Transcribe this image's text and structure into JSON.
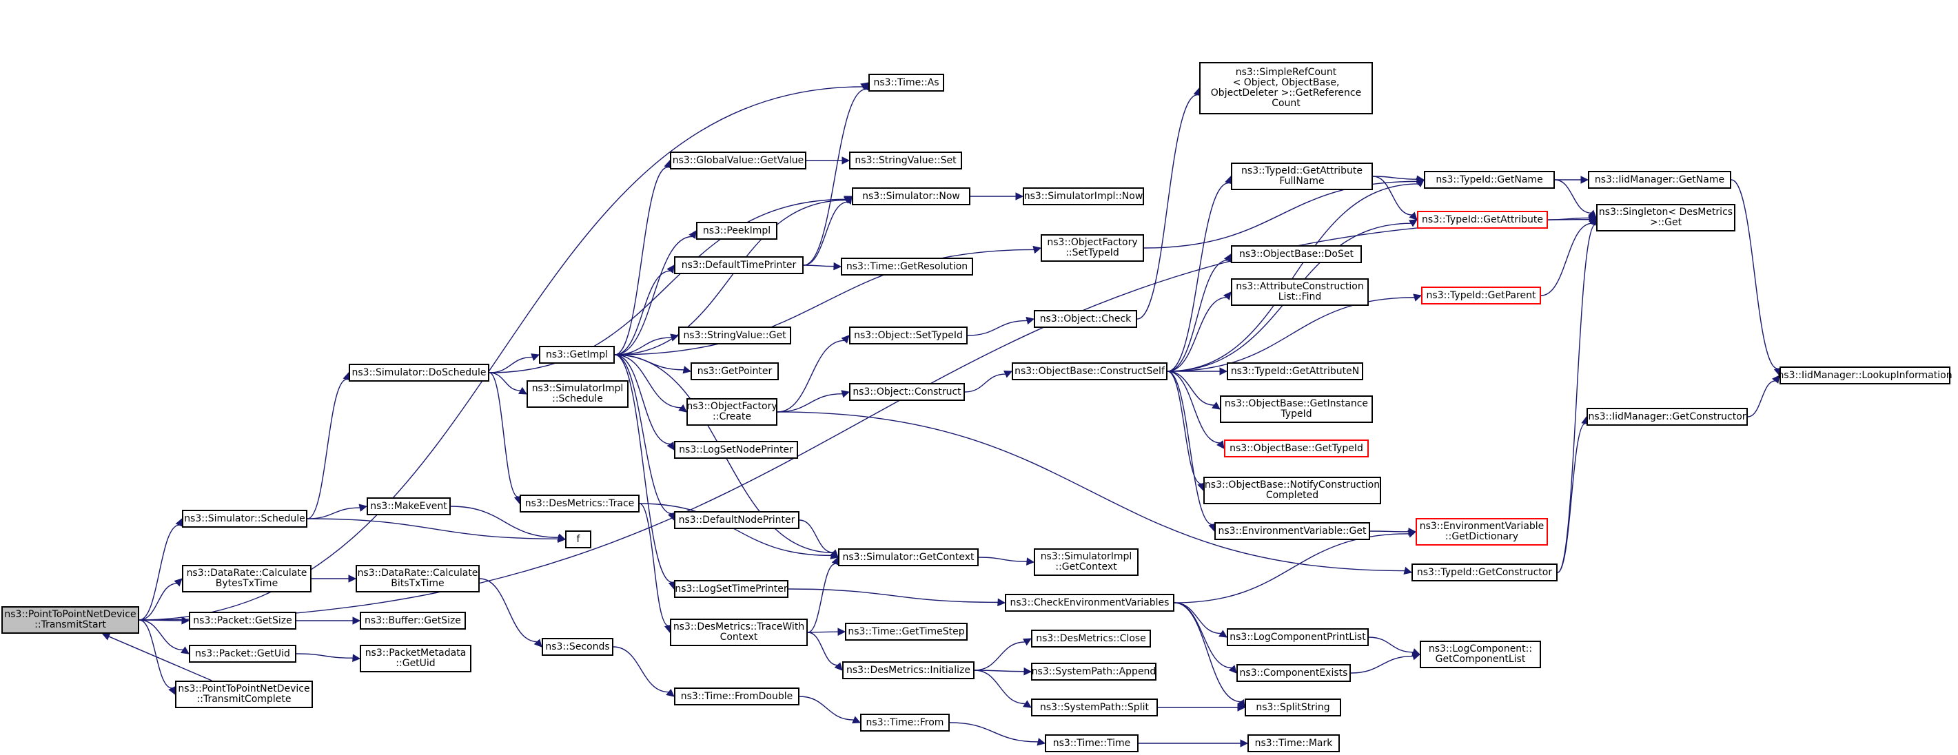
{
  "colors": {
    "edge": "#191970",
    "node_border": "#000000",
    "highlight_border": "#ff0000",
    "current_fill": "#bfbfbf"
  },
  "nodes": [
    {
      "id": "n1",
      "lines": [
        "ns3::PointToPointNetDevice",
        "::TransmitStart"
      ],
      "current": true
    },
    {
      "id": "n2",
      "lines": [
        "ns3::Simulator::Schedule"
      ]
    },
    {
      "id": "n3",
      "lines": [
        "ns3::DataRate::Calculate",
        "BytesTxTime"
      ]
    },
    {
      "id": "n4",
      "lines": [
        "ns3::Packet::GetSize"
      ]
    },
    {
      "id": "n5",
      "lines": [
        "ns3::Packet::GetUid"
      ]
    },
    {
      "id": "n6",
      "lines": [
        "ns3::PointToPointNetDevice",
        "::TransmitComplete"
      ]
    },
    {
      "id": "n7",
      "lines": [
        "ns3::Time::As"
      ]
    },
    {
      "id": "n8",
      "lines": [
        "ns3::Simulator::DoSchedule"
      ]
    },
    {
      "id": "n9",
      "lines": [
        "ns3::MakeEvent"
      ]
    },
    {
      "id": "n10",
      "lines": [
        "f"
      ]
    },
    {
      "id": "n11",
      "lines": [
        "ns3::DataRate::Calculate",
        "BitsTxTime"
      ]
    },
    {
      "id": "n12",
      "lines": [
        "ns3::Buffer::GetSize"
      ]
    },
    {
      "id": "n13",
      "lines": [
        "ns3::PacketMetadata",
        "::GetUid"
      ]
    },
    {
      "id": "n14",
      "lines": [
        "ns3::GetImpl"
      ]
    },
    {
      "id": "n15",
      "lines": [
        "ns3::SimulatorImpl",
        "::Schedule"
      ]
    },
    {
      "id": "n16",
      "lines": [
        "ns3::DesMetrics::Trace"
      ]
    },
    {
      "id": "n17",
      "lines": [
        "ns3::Seconds"
      ]
    },
    {
      "id": "n18",
      "lines": [
        "ns3::GlobalValue::GetValue"
      ]
    },
    {
      "id": "n19",
      "lines": [
        "ns3::PeekImpl"
      ]
    },
    {
      "id": "n20",
      "lines": [
        "ns3::DefaultTimePrinter"
      ]
    },
    {
      "id": "n21",
      "lines": [
        "ns3::StringValue::Get"
      ]
    },
    {
      "id": "n22",
      "lines": [
        "ns3::GetPointer"
      ]
    },
    {
      "id": "n23",
      "lines": [
        "ns3::ObjectFactory",
        "::Create"
      ]
    },
    {
      "id": "n24",
      "lines": [
        "ns3::LogSetNodePrinter"
      ]
    },
    {
      "id": "n25",
      "lines": [
        "ns3::DefaultNodePrinter"
      ]
    },
    {
      "id": "n26",
      "lines": [
        "ns3::LogSetTimePrinter"
      ]
    },
    {
      "id": "n27",
      "lines": [
        "ns3::DesMetrics::TraceWith",
        "Context"
      ]
    },
    {
      "id": "n28",
      "lines": [
        "ns3::Time::FromDouble"
      ]
    },
    {
      "id": "n29",
      "lines": [
        "ns3::StringValue::Set"
      ]
    },
    {
      "id": "n30",
      "lines": [
        "ns3::Simulator::Now"
      ]
    },
    {
      "id": "n31",
      "lines": [
        "ns3::Time::GetResolution"
      ]
    },
    {
      "id": "n32",
      "lines": [
        "ns3::Object::SetTypeId"
      ]
    },
    {
      "id": "n33",
      "lines": [
        "ns3::Object::Construct"
      ]
    },
    {
      "id": "n34",
      "lines": [
        "ns3::Simulator::GetContext"
      ]
    },
    {
      "id": "n35",
      "lines": [
        "ns3::Time::GetTimeStep"
      ]
    },
    {
      "id": "n36",
      "lines": [
        "ns3::DesMetrics::Initialize"
      ]
    },
    {
      "id": "n37",
      "lines": [
        "ns3::Time::From"
      ]
    },
    {
      "id": "n38",
      "lines": [
        "ns3::SimulatorImpl::Now"
      ]
    },
    {
      "id": "n39",
      "lines": [
        "ns3::ObjectFactory",
        "::SetTypeId"
      ]
    },
    {
      "id": "n40",
      "lines": [
        "ns3::Object::Check"
      ]
    },
    {
      "id": "n41",
      "lines": [
        "ns3::ObjectBase::ConstructSelf"
      ]
    },
    {
      "id": "n42",
      "lines": [
        "ns3::SimulatorImpl",
        "::GetContext"
      ]
    },
    {
      "id": "n43",
      "lines": [
        "ns3::CheckEnvironmentVariables"
      ]
    },
    {
      "id": "n44",
      "lines": [
        "ns3::DesMetrics::Close"
      ]
    },
    {
      "id": "n45",
      "lines": [
        "ns3::SystemPath::Append"
      ]
    },
    {
      "id": "n46",
      "lines": [
        "ns3::SystemPath::Split"
      ]
    },
    {
      "id": "n47",
      "lines": [
        "ns3::Time::Time"
      ]
    },
    {
      "id": "n48",
      "lines": [
        "ns3::SimpleRefCount",
        "< Object, ObjectBase,",
        "ObjectDeleter >::GetReference",
        "Count"
      ]
    },
    {
      "id": "n49",
      "lines": [
        "ns3::TypeId::GetAttribute",
        "FullName"
      ]
    },
    {
      "id": "n50",
      "lines": [
        "ns3::ObjectBase::DoSet"
      ]
    },
    {
      "id": "n51",
      "lines": [
        "ns3::AttributeConstruction",
        "List::Find"
      ]
    },
    {
      "id": "n52",
      "lines": [
        "ns3::TypeId::GetAttributeN"
      ]
    },
    {
      "id": "n53",
      "lines": [
        "ns3::ObjectBase::GetInstance",
        "TypeId"
      ]
    },
    {
      "id": "n54",
      "lines": [
        "ns3::ObjectBase::GetTypeId"
      ],
      "highlight": true
    },
    {
      "id": "n55",
      "lines": [
        "ns3::ObjectBase::NotifyConstruction",
        "Completed"
      ]
    },
    {
      "id": "n56",
      "lines": [
        "ns3::EnvironmentVariable::Get"
      ]
    },
    {
      "id": "n57",
      "lines": [
        "ns3::LogComponentPrintList"
      ]
    },
    {
      "id": "n58",
      "lines": [
        "ns3::ComponentExists"
      ]
    },
    {
      "id": "n59",
      "lines": [
        "ns3::SplitString"
      ]
    },
    {
      "id": "n60",
      "lines": [
        "ns3::Time::Mark"
      ]
    },
    {
      "id": "n61",
      "lines": [
        "ns3::TypeId::GetName"
      ]
    },
    {
      "id": "n62",
      "lines": [
        "ns3::TypeId::GetAttribute"
      ],
      "highlight": true
    },
    {
      "id": "n63",
      "lines": [
        "ns3::TypeId::GetParent"
      ],
      "highlight": true
    },
    {
      "id": "n64",
      "lines": [
        "ns3::EnvironmentVariable",
        "::GetDictionary"
      ],
      "highlight": true
    },
    {
      "id": "n65",
      "lines": [
        "ns3::TypeId::GetConstructor"
      ]
    },
    {
      "id": "n66",
      "lines": [
        "ns3::LogComponent::",
        "GetComponentList"
      ]
    },
    {
      "id": "n67",
      "lines": [
        "ns3::IidManager::GetName"
      ]
    },
    {
      "id": "n68",
      "lines": [
        "ns3::Singleton< DesMetrics",
        ">::Get"
      ]
    },
    {
      "id": "n69",
      "lines": [
        "ns3::IidManager::GetConstructor"
      ]
    },
    {
      "id": "n70",
      "lines": [
        "ns3::IidManager::LookupInformation"
      ]
    }
  ],
  "edges": [
    [
      "n1",
      "n2"
    ],
    [
      "n1",
      "n3"
    ],
    [
      "n1",
      "n4"
    ],
    [
      "n1",
      "n5"
    ],
    [
      "n1",
      "n6"
    ],
    [
      "n1",
      "n7"
    ],
    [
      "n1",
      "n68"
    ],
    [
      "n6",
      "n1"
    ],
    [
      "n2",
      "n8"
    ],
    [
      "n2",
      "n9"
    ],
    [
      "n2",
      "n10"
    ],
    [
      "n9",
      "n10"
    ],
    [
      "n3",
      "n11"
    ],
    [
      "n11",
      "n17"
    ],
    [
      "n4",
      "n12"
    ],
    [
      "n5",
      "n13"
    ],
    [
      "n8",
      "n14"
    ],
    [
      "n8",
      "n15"
    ],
    [
      "n8",
      "n16"
    ],
    [
      "n8",
      "n30"
    ],
    [
      "n16",
      "n27"
    ],
    [
      "n16",
      "n34"
    ],
    [
      "n14",
      "n18"
    ],
    [
      "n14",
      "n19"
    ],
    [
      "n14",
      "n20"
    ],
    [
      "n14",
      "n21"
    ],
    [
      "n14",
      "n22"
    ],
    [
      "n14",
      "n23"
    ],
    [
      "n14",
      "n24"
    ],
    [
      "n14",
      "n25"
    ],
    [
      "n14",
      "n26"
    ],
    [
      "n14",
      "n30"
    ],
    [
      "n14",
      "n34"
    ],
    [
      "n14",
      "n39"
    ],
    [
      "n17",
      "n28"
    ],
    [
      "n28",
      "n37"
    ],
    [
      "n37",
      "n47"
    ],
    [
      "n47",
      "n60"
    ],
    [
      "n18",
      "n29"
    ],
    [
      "n20",
      "n7"
    ],
    [
      "n20",
      "n30"
    ],
    [
      "n20",
      "n31"
    ],
    [
      "n23",
      "n32"
    ],
    [
      "n23",
      "n33"
    ],
    [
      "n23",
      "n65"
    ],
    [
      "n25",
      "n34"
    ],
    [
      "n26",
      "n43"
    ],
    [
      "n27",
      "n34"
    ],
    [
      "n27",
      "n35"
    ],
    [
      "n27",
      "n36"
    ],
    [
      "n30",
      "n38"
    ],
    [
      "n32",
      "n40"
    ],
    [
      "n33",
      "n41"
    ],
    [
      "n34",
      "n42"
    ],
    [
      "n36",
      "n44"
    ],
    [
      "n36",
      "n45"
    ],
    [
      "n36",
      "n46"
    ],
    [
      "n39",
      "n61"
    ],
    [
      "n40",
      "n48"
    ],
    [
      "n41",
      "n49"
    ],
    [
      "n41",
      "n50"
    ],
    [
      "n41",
      "n51"
    ],
    [
      "n41",
      "n52"
    ],
    [
      "n41",
      "n53"
    ],
    [
      "n41",
      "n54"
    ],
    [
      "n41",
      "n55"
    ],
    [
      "n41",
      "n56"
    ],
    [
      "n41",
      "n61"
    ],
    [
      "n41",
      "n62"
    ],
    [
      "n41",
      "n63"
    ],
    [
      "n43",
      "n57"
    ],
    [
      "n43",
      "n58"
    ],
    [
      "n43",
      "n59"
    ],
    [
      "n43",
      "n64"
    ],
    [
      "n46",
      "n59"
    ],
    [
      "n49",
      "n61"
    ],
    [
      "n49",
      "n62"
    ],
    [
      "n56",
      "n64"
    ],
    [
      "n57",
      "n66"
    ],
    [
      "n58",
      "n66"
    ],
    [
      "n61",
      "n67"
    ],
    [
      "n61",
      "n68"
    ],
    [
      "n62",
      "n68"
    ],
    [
      "n63",
      "n68"
    ],
    [
      "n65",
      "n69"
    ],
    [
      "n65",
      "n68"
    ],
    [
      "n67",
      "n70"
    ],
    [
      "n69",
      "n70"
    ]
  ]
}
